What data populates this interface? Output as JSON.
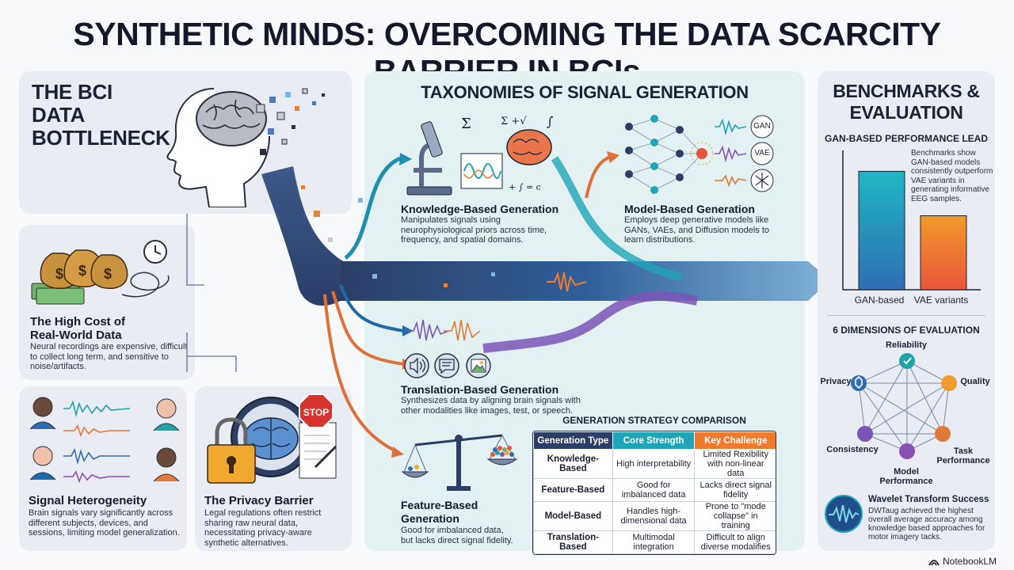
{
  "title": "SYNTHETIC MINDS: OVERCOMING THE DATA SCARCITY BARRIER IN BCIs",
  "bottleneck": {
    "heading": "THE BCI DATA BOTTLENECK",
    "cost": {
      "title": "The High Cost of Real-World Data",
      "body": "Neural recordings are expensive, difficult to collect long term, and sensitive to noise/artifacts."
    },
    "heterogeneity": {
      "title": "Signal Heterogeneity",
      "body": "Brain signals vary significantly across different subjects, devices, and sessions, limiting model generalization."
    },
    "privacy": {
      "title": "The Privacy Barrier",
      "body": "Legal regulations often restrict sharing raw neural data, necessitating privacy-aware synthetic alternatives.",
      "stop_sign": "STOP"
    }
  },
  "taxonomy": {
    "heading": "TAXONOMIES OF SIGNAL GENERATION",
    "knowledge": {
      "title": "Knowledge-Based Generation",
      "body": "Manipulates signals using neurophysiological priors across time, frequency, and spatial domains."
    },
    "model": {
      "title": "Model-Based Generation",
      "body": "Employs deep generative models like GANs, VAEs, and Diffusion models to learn distributions.",
      "badges": [
        "GAN",
        "VAE"
      ]
    },
    "translation": {
      "title": "Translation-Based Generation",
      "body": "Synthesizes data by aligning brain signals with other modalities like images, test, or speech."
    },
    "feature": {
      "title": "Feature-Based Generation",
      "body": "Good for imbalanced data, but lacks direct signal fidelity."
    },
    "formula_fragments": [
      "Σ",
      "Σ +√",
      "∫",
      "+ ∫ = c"
    ]
  },
  "comparison": {
    "heading": "GENERATION STRATEGY COMPARISON",
    "headers": [
      "Generation Type",
      "Core Strength",
      "Key Challenge"
    ],
    "header_colors": [
      "#2c3e66",
      "#1fa5b8",
      "#f07b2e"
    ],
    "rows": [
      [
        "Knowledge-Based",
        "High interpretability",
        "Limited Rexibility with non-linear data"
      ],
      [
        "Feature-Based",
        "Good for imbalanced data",
        "Lacks direct signal fidelity"
      ],
      [
        "Model-Based",
        "Handles high-dimensional data",
        "Prone to \"mode collapse\" in training"
      ],
      [
        "Translation-Based",
        "Multimodal integration",
        "Difficult to align diverse modalifies"
      ]
    ]
  },
  "benchmarks": {
    "heading": "BENCHMARKS & EVALUATION",
    "gan_lead": "GAN-BASED PERFORMANCE LEAD",
    "gan_note": "Benchmarks show GAN-based models consistently outperform VAE variants in generating informative EEG samples.",
    "bars": [
      {
        "label": "GAN-based",
        "value": 0.88,
        "color_top": "#1fb7c4",
        "color_bottom": "#2f6db3"
      },
      {
        "label": "VAE variants",
        "value": 0.55,
        "color_top": "#f39a2c",
        "color_bottom": "#e8553a"
      }
    ],
    "dimensions_heading": "6 DIMENSIONS OF EVALUATION",
    "dimensions": [
      "Reliability",
      "Quality",
      "Task Performance",
      "Model Performance",
      "Consistency",
      "Privacy"
    ],
    "dimension_colors": [
      "#1fa5a8",
      "#f09a2e",
      "#e07a3a",
      "#8a4fb3",
      "#7a55b8",
      "#2f6db3"
    ],
    "wavelet_title": "Wavelet Transform Success",
    "wavelet_body": "DWTaug achieved the highest overall average accuracy among knowledge based approaches for motor imagery tacks."
  },
  "footer": {
    "brand": "NotebookLM"
  }
}
